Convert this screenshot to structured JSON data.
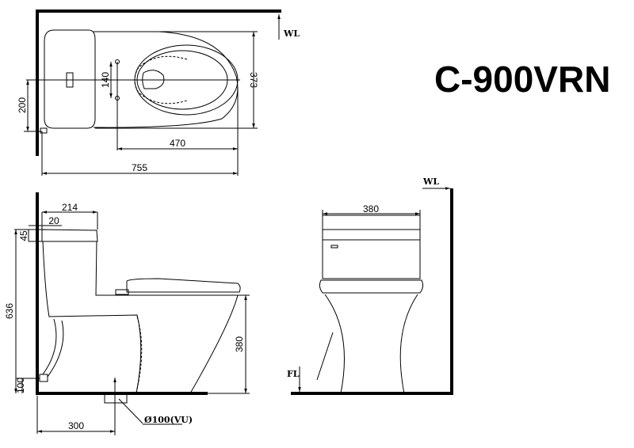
{
  "title": "C-900VRN",
  "top_view": {
    "wall_label": "WL",
    "dims": {
      "width": "373",
      "tank_offset": "200",
      "bolt_spacing": "140",
      "bolt_to_front": "470",
      "total_length": "755"
    }
  },
  "side_view": {
    "dims": {
      "tank_depth": "214",
      "wall_gap": "20",
      "lid": "45",
      "total_height": "636",
      "supply_height": "100",
      "seat_height": "380",
      "rough_in": "300"
    },
    "drain_label": "Ø100(VU)"
  },
  "front_view": {
    "wall_label": "WL",
    "floor_label": "FL",
    "dims": {
      "tank_width": "380"
    }
  }
}
